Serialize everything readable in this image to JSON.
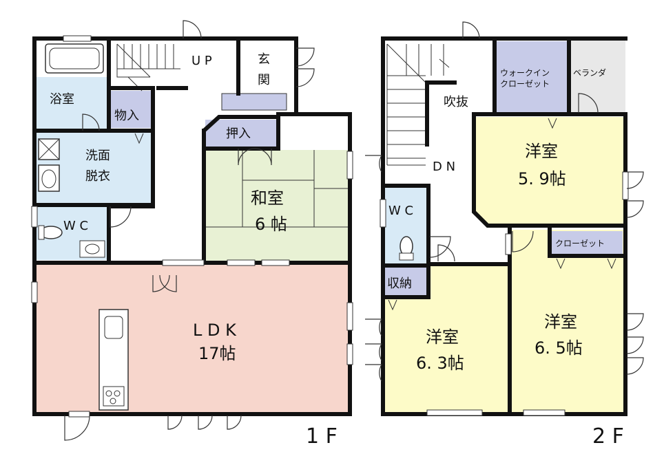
{
  "floor1": {
    "label": "1 F",
    "rooms": {
      "bath": "浴室",
      "storage": "物入",
      "washroom": [
        "洗面",
        "脱衣"
      ],
      "wc": "W C",
      "stairs": "U P",
      "entrance": [
        "玄",
        "関"
      ],
      "closet": "押入",
      "washitsu": [
        "和室",
        "6 帖"
      ],
      "ldk": [
        "L D K",
        "17帖"
      ]
    }
  },
  "floor2": {
    "label": "2 F",
    "rooms": {
      "fukinuke": "吹抜",
      "walkin": [
        "ウォークイン",
        "クローゼット"
      ],
      "veranda": "ベランダ",
      "stairs": "D N",
      "wc": "W C",
      "storage": "収納",
      "yoshitsu_a": [
        "洋室",
        "5. 9帖"
      ],
      "closet": "クローゼット",
      "yoshitsu_b": [
        "洋室",
        "6. 3帖"
      ],
      "yoshitsu_c": [
        "洋室",
        "6. 5帖"
      ]
    }
  },
  "colors": {
    "wall": "#111111",
    "bath_blue": "#d8eaf6",
    "closet_lavender": "#c7cbe8",
    "tatami_green": "#e8f1d4",
    "ldk_pink": "#f7d6cc",
    "yoshitsu_yellow": "#fdfbc8",
    "veranda_gray": "#e8e8e8"
  }
}
